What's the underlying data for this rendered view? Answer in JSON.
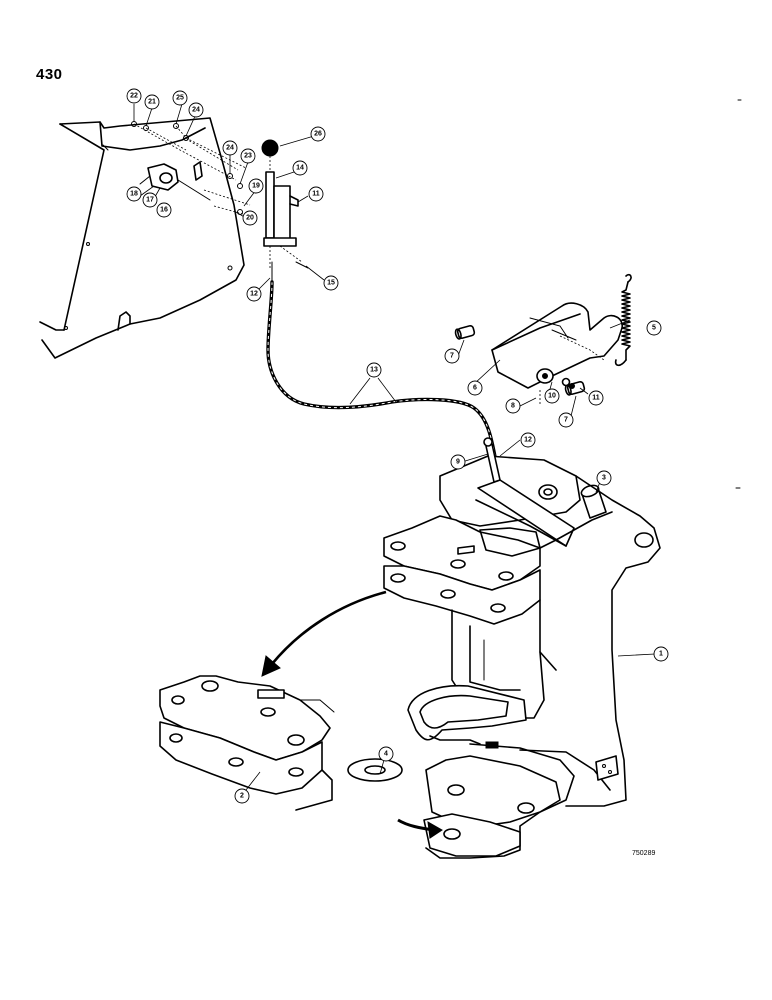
{
  "page_number": "430",
  "drawing_code": "750289",
  "callouts": [
    "1",
    "2",
    "3",
    "4",
    "5",
    "6",
    "7",
    "7",
    "8",
    "9",
    "10",
    "11",
    "12",
    "13",
    "14",
    "11",
    "15",
    "12",
    "16",
    "17",
    "18",
    "19",
    "20",
    "21",
    "22",
    "23",
    "24",
    "25",
    "24",
    "26"
  ]
}
